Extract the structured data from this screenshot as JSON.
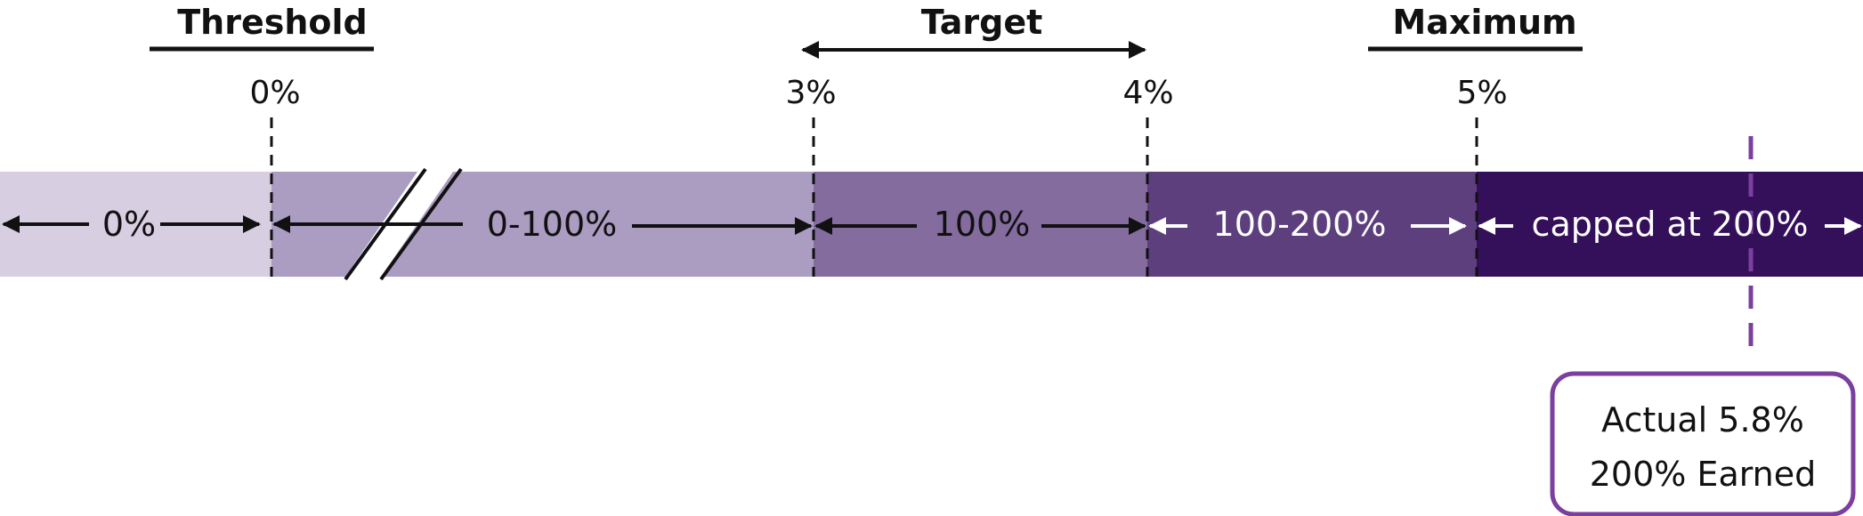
{
  "headers": {
    "threshold": "Threshold",
    "target": "Target",
    "maximum": "Maximum"
  },
  "ticks": {
    "t0": "0%",
    "t3": "3%",
    "t4": "4%",
    "t5": "5%"
  },
  "segments": {
    "s1": "0%",
    "s2": "0-100%",
    "s3": "100%",
    "s4": "100-200%",
    "s5": "capped at 200%"
  },
  "actual_box": {
    "line1": "Actual 5.8%",
    "line2": "200% Earned"
  },
  "colors": {
    "seg1": "#d8cee2",
    "seg2": "#ab9cc2",
    "seg3": "#846c9f",
    "seg4": "#5d3f7d",
    "seg5": "#35105a",
    "accent": "#7b3f9e"
  }
}
